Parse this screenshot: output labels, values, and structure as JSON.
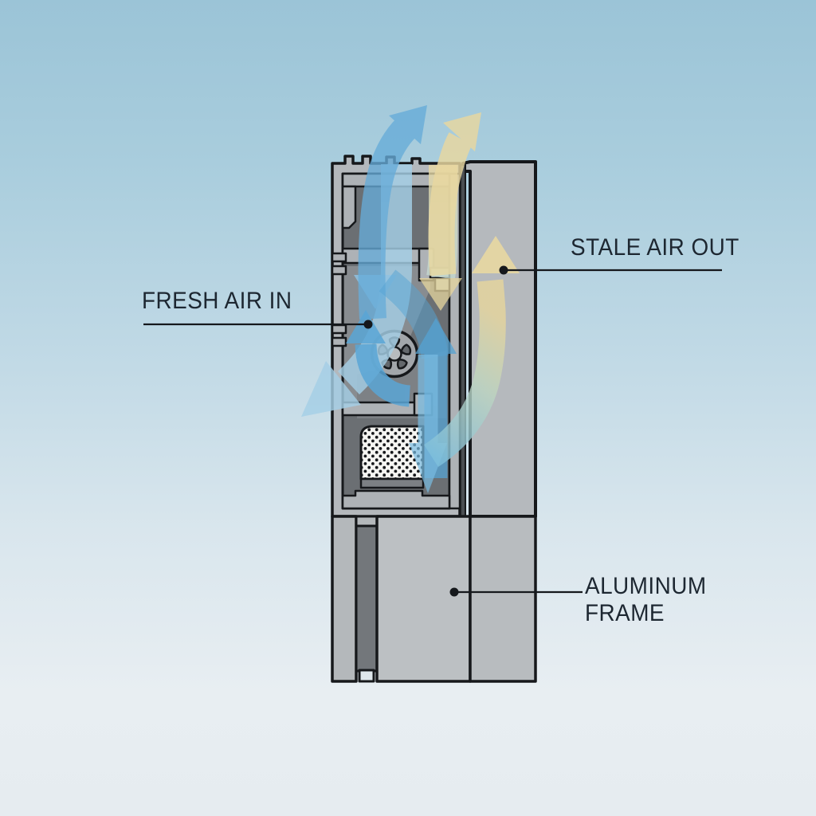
{
  "diagram": {
    "type": "technical-cross-section",
    "subject": "aluminum window frame with integrated ventilation unit",
    "labels": {
      "fresh_air_in": "FRESH AIR IN",
      "stale_air_out": "STALE AIR OUT",
      "aluminum_frame": "ALUMINUM\nFRAME"
    },
    "parts": [
      "frame-housing-profile",
      "ventilation-fan",
      "air-filter",
      "aluminum-frame-slab",
      "thermal-break-strip"
    ],
    "flows": [
      {
        "name": "fresh-air",
        "color": "#63aad7"
      },
      {
        "name": "stale-air",
        "color": "#ead9a0"
      }
    ]
  },
  "colors": {
    "background_top": "#9bc4d7",
    "background_bottom": "#e8eef2",
    "frame_light_gray": "#b4b8bc",
    "frame_interior_dark": "#6b6f73",
    "frame_mid_gray": "#888c90",
    "outline_black": "#16181b",
    "fresh_air_blue": "#63aad7",
    "fresh_air_light_blue": "#a5cfe6",
    "stale_air_yellow": "#ead9a0",
    "mixed_air_pale_green": "#c7dbd2",
    "filter_white": "#f5f5f2",
    "label_text": "#1d2731"
  }
}
